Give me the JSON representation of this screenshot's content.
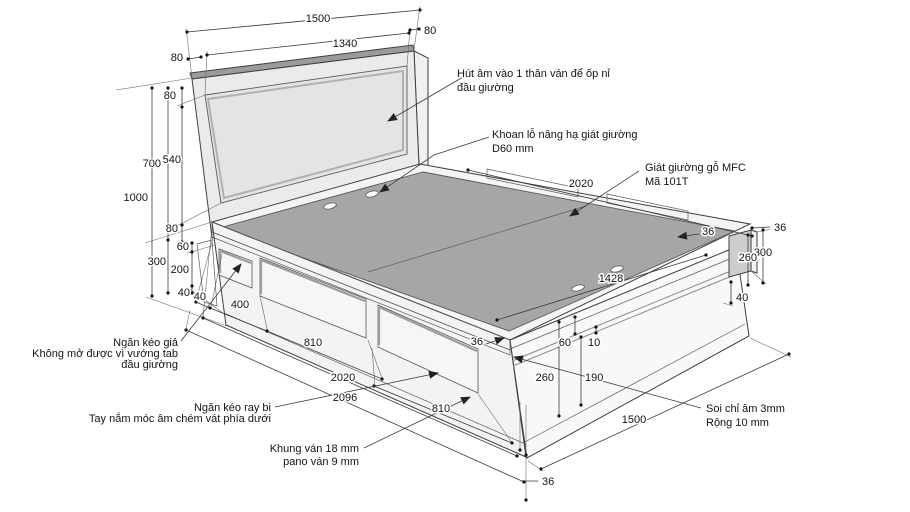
{
  "drawing_type": "bed technical drawing",
  "colors": {
    "background": "#ffffff",
    "line": "#3a3a3a",
    "platform_top_gray": "#a6a6a6",
    "headboard_face": "#ebebeb",
    "headboard_top_strip": "#9b9b9b",
    "box_face": "#f3f3f3",
    "shadow_strip": "#8f8f8f",
    "tab_side": "#cdcdcd"
  },
  "dims": {
    "hb_total_w": "1500",
    "hb_margin_r": "80",
    "hb_inner_w": "1340",
    "hb_margin_l": "80",
    "hb_top_gap": "80",
    "hb_panel_h": "540",
    "hb_above_h": "700",
    "hb_total_h": "1000",
    "hb_bottom_gap": "80",
    "side_top_reveal": "60",
    "box_h": "300",
    "drawer_h": "200",
    "plinth_h": "40",
    "corner_gap": "40",
    "fake_drawer_w": "400",
    "drawer1_w": "810",
    "box_len": "2020",
    "total_len": "2096",
    "drawer2_w": "810",
    "rim_btm": "36",
    "foot_w": "1500",
    "rail_len": "2020",
    "slat_w": "1428",
    "rail_w": "36",
    "tab_t": "36",
    "tab_total_h": "300",
    "tab_h": "260",
    "tab_gap": "40",
    "groove_top": "60",
    "groove_w": "10",
    "panel_h2": "260",
    "below_groove": "190",
    "rim_foot": "36"
  },
  "annotations": [
    {
      "lines": [
        "Hút âm vào 1 thân ván để ốp nỉ",
        "đầu giường"
      ]
    },
    {
      "lines": [
        "Khoan lỗ nâng hạ giát giường",
        "D60 mm"
      ]
    },
    {
      "lines": [
        "Giát giường gỗ MFC",
        "Mã 101T"
      ]
    },
    {
      "lines": [
        "Ngăn kéo giả",
        "Không mở được vì vướng tab",
        "đầu giường"
      ]
    },
    {
      "lines": [
        "Ngăn kéo ray bi",
        "Tay nắm móc âm chém vát phía dưới"
      ]
    },
    {
      "lines": [
        "Khung ván 18 mm",
        "pano ván 9 mm"
      ]
    },
    {
      "lines": [
        "Soi chỉ âm 3mm",
        "Rộng 10 mm"
      ]
    }
  ]
}
